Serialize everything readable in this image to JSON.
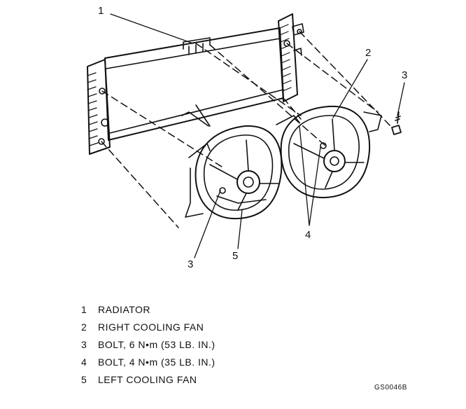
{
  "callouts": {
    "radiator": "1",
    "right_fan": "2",
    "bolt_right": "3",
    "bolt_left": "3",
    "bolt_4": "4",
    "left_fan": "5"
  },
  "legend": [
    {
      "number": "1",
      "label": "RADIATOR"
    },
    {
      "number": "2",
      "label": "RIGHT COOLING FAN"
    },
    {
      "number": "3",
      "label": "BOLT, 6 N•m (53 LB. IN.)"
    },
    {
      "number": "4",
      "label": "BOLT, 4 N•m (35 LB. IN.)"
    },
    {
      "number": "5",
      "label": "LEFT COOLING FAN"
    }
  ],
  "figure_id": "GS0046B"
}
